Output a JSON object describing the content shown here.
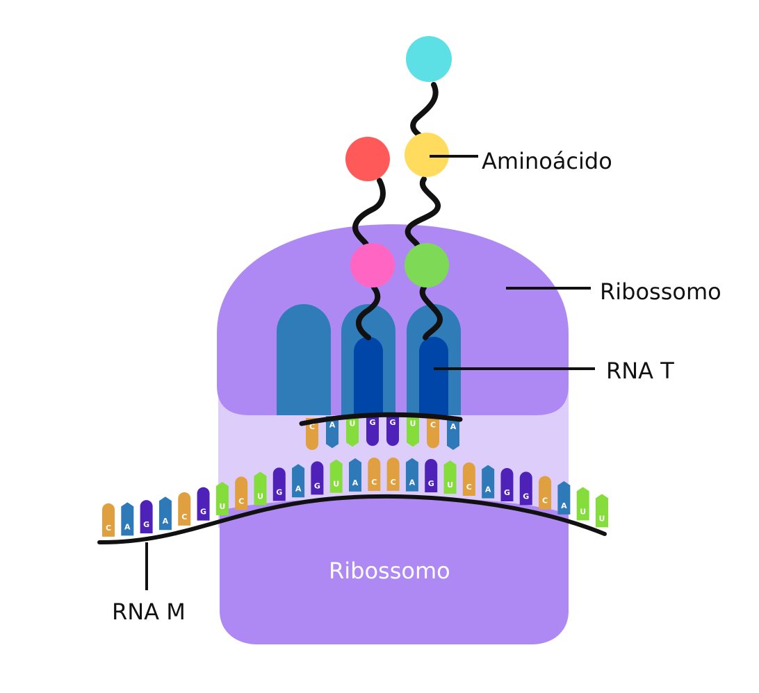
{
  "labels": {
    "aminoacid": "Aminoácido",
    "ribosome_top": "Ribossomo",
    "trna": "RNA T",
    "mrna": "RNA M",
    "ribosome_bottom": "Ribossomo"
  },
  "colors": {
    "ribosome_dark": "#ae89f4",
    "ribosome_light": "#dccdfb",
    "trna_outer": "#2f7cb8",
    "trna_inner": "#0045a8",
    "base_orange": "#e0a03f",
    "base_blue": "#2e7ab8",
    "base_purple": "#4e21b8",
    "base_green": "#84dd3a",
    "amino_cyan": "#5ce0e6",
    "amino_yellow": "#ffdc5e",
    "amino_red": "#ff5959",
    "amino_pink": "#ff66c4",
    "amino_green": "#7ed957"
  },
  "codon_bases": [
    "C",
    "A",
    "U",
    "G",
    "G",
    "U",
    "C",
    "A"
  ],
  "strand_bases": [
    "C",
    "A",
    "G",
    "A",
    "C",
    "G",
    "U",
    "C",
    "U",
    "G",
    "A",
    "G",
    "U",
    "A",
    "C",
    "C",
    "A",
    "G",
    "U",
    "C",
    "A",
    "G",
    "G",
    "C",
    "A",
    "U",
    "U"
  ]
}
